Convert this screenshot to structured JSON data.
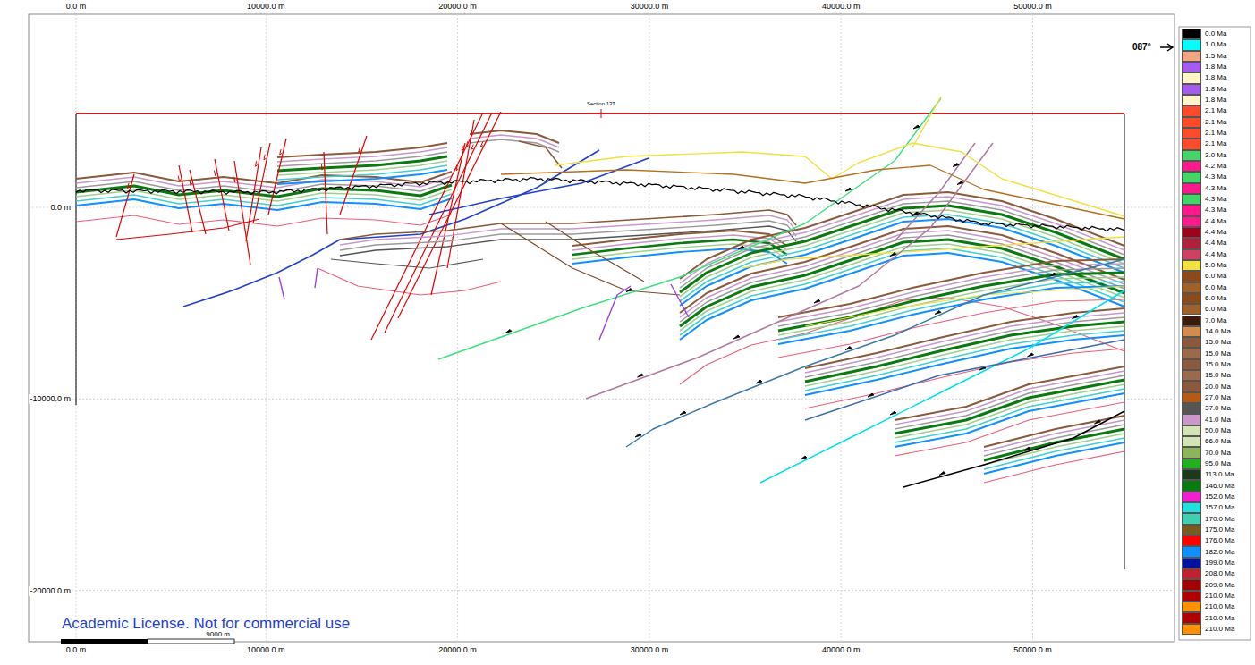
{
  "diagram": {
    "labels": [
      "0.0 m",
      "10000.0 m",
      "20000.0 m",
      "30000.0 m",
      "40000.0 m",
      "50000.0 m",
      "0.0 m",
      "10000.0 m",
      "20000.0 m",
      "30000.0 m",
      "40000.0 m",
      "50000.0 m",
      "0.0 m",
      "-10000.0 m",
      "-20000.0 m",
      "Section 13T",
      "087°",
      "Academic License. Not for commercial use",
      "9000 m"
    ],
    "legend": [
      {
        "text": "0.0 Ma",
        "color": "#000000"
      },
      {
        "text": "1.0 Ma",
        "color": "#00ffff"
      },
      {
        "text": "1.5 Ma",
        "color": "#f4a582"
      },
      {
        "text": "1.8 Ma",
        "color": "#a45cf0"
      },
      {
        "text": "1.8 Ma",
        "color": "#fff5c8"
      },
      {
        "text": "1.8 Ma",
        "color": "#a45cf0"
      },
      {
        "text": "1.8 Ma",
        "color": "#fff5c8"
      },
      {
        "text": "2.1 Ma",
        "color": "#ff4b2b"
      },
      {
        "text": "2.1 Ma",
        "color": "#ff4b2b"
      },
      {
        "text": "2.1 Ma",
        "color": "#ff4b2b"
      },
      {
        "text": "2.1 Ma",
        "color": "#ff4b2b"
      },
      {
        "text": "3.0 Ma",
        "color": "#44d46a"
      },
      {
        "text": "4.2 Ma",
        "color": "#ff1a8c"
      },
      {
        "text": "4.3 Ma",
        "color": "#44d46a"
      },
      {
        "text": "4.3 Ma",
        "color": "#ff1a8c"
      },
      {
        "text": "4.3 Ma",
        "color": "#44d46a"
      },
      {
        "text": "4.3 Ma",
        "color": "#ff1a8c"
      },
      {
        "text": "4.4 Ma",
        "color": "#ff1a8c"
      },
      {
        "text": "4.4 Ma",
        "color": "#a0001a"
      },
      {
        "text": "4.4 Ma",
        "color": "#b0203a"
      },
      {
        "text": "4.4 Ma",
        "color": "#d04060"
      },
      {
        "text": "5.0 Ma",
        "color": "#f0e040"
      },
      {
        "text": "6.0 Ma",
        "color": "#8b4a1c"
      },
      {
        "text": "6.0 Ma",
        "color": "#a0602a"
      },
      {
        "text": "6.0 Ma",
        "color": "#8b4a1c"
      },
      {
        "text": "6.0 Ma",
        "color": "#a0602a"
      },
      {
        "text": "7.0 Ma",
        "color": "#3a1a08"
      },
      {
        "text": "14.0 Ma",
        "color": "#d28c50"
      },
      {
        "text": "15.0 Ma",
        "color": "#8b5a3c"
      },
      {
        "text": "15.0 Ma",
        "color": "#9a6a4a"
      },
      {
        "text": "15.0 Ma",
        "color": "#8b5a3c"
      },
      {
        "text": "15.0 Ma",
        "color": "#9a6a4a"
      },
      {
        "text": "20.0 Ma",
        "color": "#8b5a3c"
      },
      {
        "text": "27.0 Ma",
        "color": "#b45a14"
      },
      {
        "text": "37.0 Ma",
        "color": "#555555"
      },
      {
        "text": "41.0 Ma",
        "color": "#c898c8"
      },
      {
        "text": "50.0 Ma",
        "color": "#d0e4b4"
      },
      {
        "text": "66.0 Ma",
        "color": "#d0e4b4"
      },
      {
        "text": "70.0 Ma",
        "color": "#8cb45a"
      },
      {
        "text": "95.0 Ma",
        "color": "#22b020"
      },
      {
        "text": "113.0 Ma",
        "color": "#1a3a1a"
      },
      {
        "text": "146.0 Ma",
        "color": "#0a7a10"
      },
      {
        "text": "152.0 Ma",
        "color": "#f020d0"
      },
      {
        "text": "157.0 Ma",
        "color": "#20e0e0"
      },
      {
        "text": "170.0 Ma",
        "color": "#40d0b0"
      },
      {
        "text": "175.0 Ma",
        "color": "#7a5a20"
      },
      {
        "text": "176.0 Ma",
        "color": "#ff0000"
      },
      {
        "text": "182.0 Ma",
        "color": "#1090ff"
      },
      {
        "text": "199.0 Ma",
        "color": "#0010a0"
      },
      {
        "text": "208.0 Ma",
        "color": "#c02030"
      },
      {
        "text": "209.0 Ma",
        "color": "#a00000"
      },
      {
        "text": "210.0 Ma",
        "color": "#b00000"
      },
      {
        "text": "210.0 Ma",
        "color": "#ff9000"
      },
      {
        "text": "210.0 Ma",
        "color": "#b00000"
      },
      {
        "text": "210.0 Ma",
        "color": "#ff9000"
      }
    ]
  }
}
